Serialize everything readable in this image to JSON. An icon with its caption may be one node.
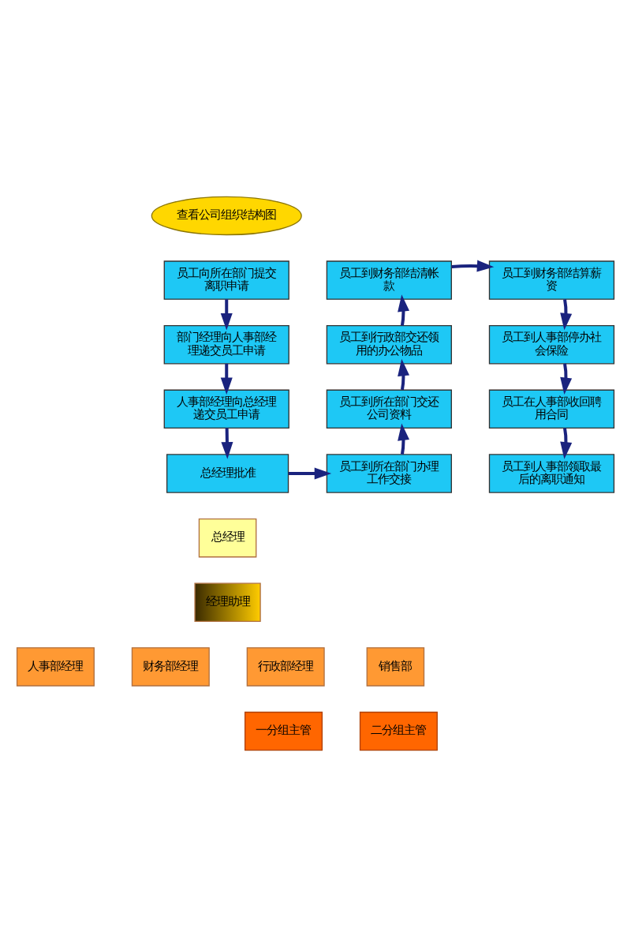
{
  "diagram": {
    "nodes": [
      {
        "text": [
          "查看公司组织结构图"
        ]
      },
      {
        "text": [
          "员工向所在部门提交离职申请"
        ]
      },
      {
        "text": [
          "部门经理向人事部经理递交员工申请"
        ]
      },
      {
        "text": [
          "人事部经理向总经理递交员工申请"
        ]
      },
      {
        "text": [
          "总经理批准"
        ]
      },
      {
        "text": [
          "员工到所在部门办理工作交接"
        ]
      },
      {
        "text": [
          "员工到所在部门交还公司资料"
        ]
      },
      {
        "text": [
          "员工到行政部交还领用的办公物品"
        ]
      },
      {
        "text": [
          "员工到财务部结清帐款"
        ]
      },
      {
        "text": [
          "员工到财务部结算薪资"
        ]
      },
      {
        "text": [
          "员工到人事部停办社会保险"
        ]
      },
      {
        "text": [
          "员工在人事部收回聘用合同"
        ]
      },
      {
        "text": [
          "员工到人事部领取最后的离职通知"
        ]
      },
      {
        "text": [
          "总经理"
        ]
      },
      {
        "text": [
          "经理助理"
        ]
      },
      {
        "text": [
          "人事部经理"
        ]
      },
      {
        "text": [
          "财务部经理"
        ]
      },
      {
        "text": [
          "行政部经理"
        ]
      },
      {
        "text": [
          "销售部"
        ]
      },
      {
        "text": [
          "一分组主管"
        ]
      },
      {
        "text": [
          "二分组主管"
        ]
      }
    ],
    "edges": [
      {
        "from": 1,
        "to": 2,
        "arrow": "to"
      },
      {
        "from": 2,
        "to": 3,
        "arrow": "to"
      },
      {
        "from": 3,
        "to": 4,
        "arrow": "to"
      },
      {
        "from": 4,
        "to": 5,
        "arrow": "to"
      },
      {
        "from": 5,
        "to": 6,
        "arrow": "to"
      },
      {
        "from": 6,
        "to": 7,
        "arrow": "to"
      },
      {
        "from": 7,
        "to": 8,
        "arrow": "to"
      },
      {
        "from": 8,
        "to": 9,
        "arrow": "to"
      },
      {
        "from": 9,
        "to": 10,
        "arrow": "to"
      },
      {
        "from": 10,
        "to": 11,
        "arrow": "to"
      },
      {
        "from": 11,
        "to": 12,
        "arrow": "to"
      }
    ]
  }
}
